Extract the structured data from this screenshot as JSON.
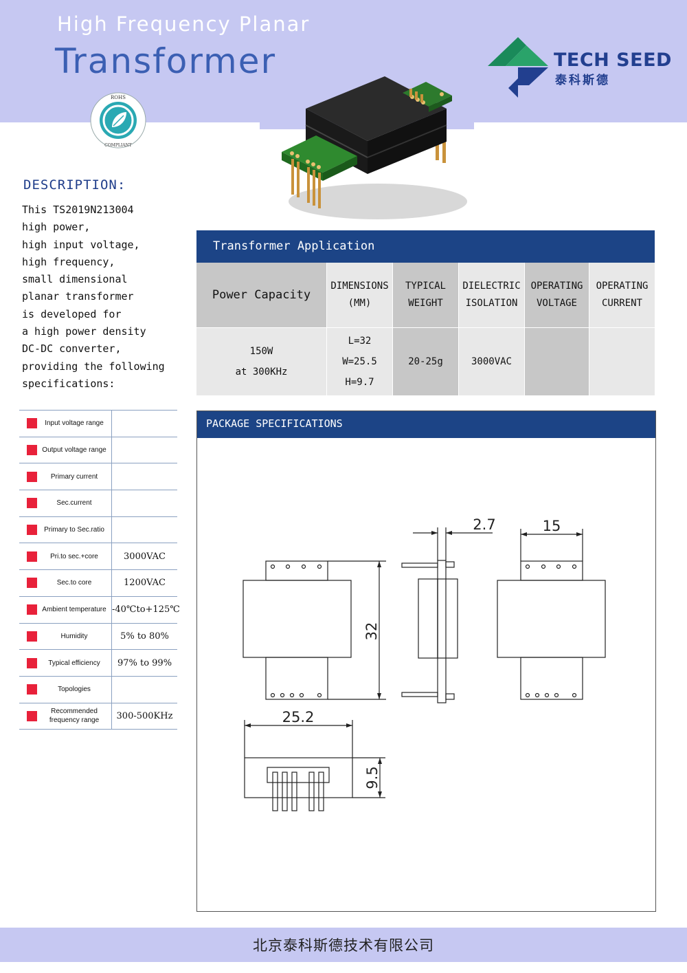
{
  "header": {
    "subtitle": "High Frequency Planar",
    "title": "Transformer",
    "brand_name": "TECH SEED",
    "brand_name_cn": "泰科斯德",
    "rohs_top": "ROHS",
    "rohs_bottom": "COMPLIANT"
  },
  "description": {
    "heading": "DESCRIPTION:",
    "lines": [
      "This  TS2019N213004",
      "high power,",
      "high input voltage,",
      "high frequency,",
      "small dimensional",
      "planar transformer",
      "is developed for",
      "a high power density",
      "DC-DC converter,",
      "providing the following",
      "specifications:"
    ]
  },
  "specs": [
    {
      "label": "Input voltage range",
      "value": ""
    },
    {
      "label": "Output voltage range",
      "value": ""
    },
    {
      "label": "Primary current",
      "value": ""
    },
    {
      "label": "Sec.current",
      "value": ""
    },
    {
      "label": "Primary to Sec.ratio",
      "value": ""
    },
    {
      "label": "Pri.to sec.+core",
      "value": "3000VAC"
    },
    {
      "label": "Sec.to core",
      "value": "1200VAC"
    },
    {
      "label": "Ambient temperature",
      "value": "-40℃to+125℃"
    },
    {
      "label": "Humidity",
      "value": "5% to 80%"
    },
    {
      "label": "Typical efficiency",
      "value": "97% to 99%"
    },
    {
      "label": "Topologies",
      "value": ""
    },
    {
      "label": "Recommended frequency range",
      "value": "300-500KHz"
    }
  ],
  "application": {
    "heading": "Transformer Application",
    "headers": {
      "power_capacity": "Power Capacity",
      "dimensions_1": "DIMENSIONS",
      "dimensions_2": "(MM)",
      "weight_1": "TYPICAL",
      "weight_2": "WEIGHT",
      "isolation_1": "DIELECTRIC",
      "isolation_2": "ISOLATION",
      "voltage_1": "OPERATING",
      "voltage_2": "VOLTAGE",
      "current_1": "OPERATING",
      "current_2": "CURRENT"
    },
    "values": {
      "power_1": "150W",
      "power_2": "at 300KHz",
      "dim_l": "L=32",
      "dim_w": "W=25.5",
      "dim_h": "H=9.7",
      "weight": "20-25g",
      "isolation": "3000VAC",
      "voltage": "",
      "current": ""
    }
  },
  "package": {
    "heading": "PACKAGE SPECIFICATIONS",
    "dim_thickness": "2.7",
    "dim_pin_width": "15",
    "dim_length": "32",
    "dim_width": "25.2",
    "dim_height": "9.5"
  },
  "footer": {
    "company": "北京泰科斯德技术有限公司"
  },
  "colors": {
    "header_band": "#c6c8f2",
    "title_blue": "#3b5fb3",
    "table_header": "#1c4486",
    "bullet_red": "#e8213a",
    "brand_green": "#1a8a5a"
  }
}
